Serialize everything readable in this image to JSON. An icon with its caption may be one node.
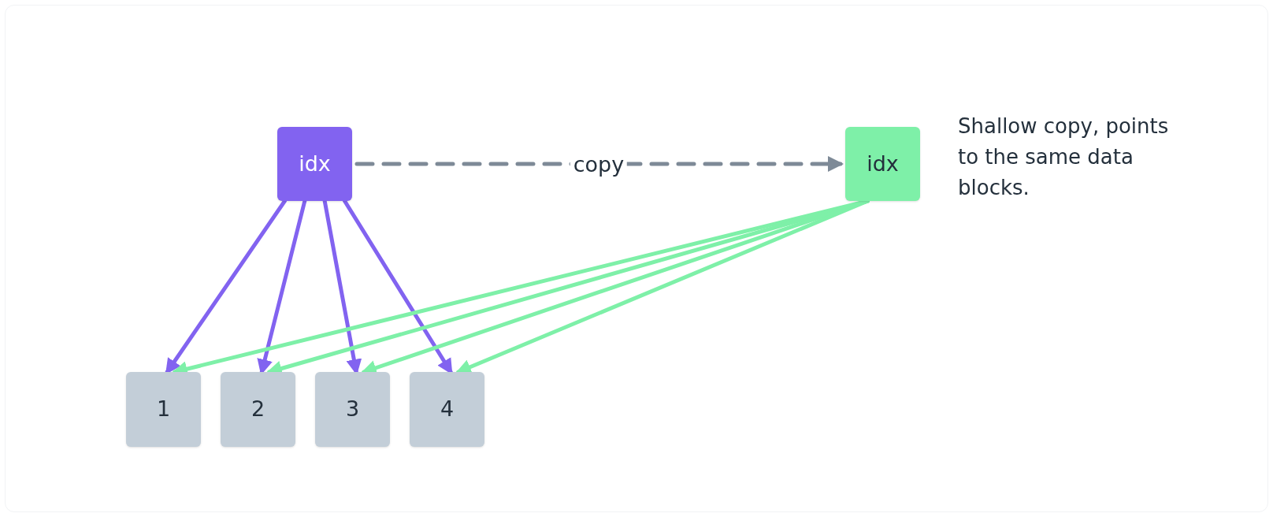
{
  "diagram": {
    "nodes": [
      {
        "text": [
          "idx"
        ]
      },
      {
        "text": [
          "idx"
        ],
        "beside": [
          "Shallow copy, points to the same data blocks."
        ]
      },
      {
        "text": [
          "1"
        ]
      },
      {
        "text": [
          "2"
        ]
      },
      {
        "text": [
          "3"
        ]
      },
      {
        "text": [
          "4"
        ]
      }
    ],
    "edges": [
      {
        "from": 0,
        "to": 1,
        "arrow": "to",
        "label": "copy",
        "style": "dashed",
        "color": "#7e8a97"
      },
      {
        "from": 0,
        "to": 2,
        "arrow": "to",
        "color": "#8263f0"
      },
      {
        "from": 0,
        "to": 3,
        "arrow": "to",
        "color": "#8263f0"
      },
      {
        "from": 0,
        "to": 4,
        "arrow": "to",
        "color": "#8263f0"
      },
      {
        "from": 0,
        "to": 5,
        "arrow": "to",
        "color": "#8263f0"
      },
      {
        "from": 1,
        "to": 2,
        "arrow": "to",
        "color": "#7ef0a8"
      },
      {
        "from": 1,
        "to": 3,
        "arrow": "to",
        "color": "#7ef0a8"
      },
      {
        "from": 1,
        "to": 4,
        "arrow": "to",
        "color": "#7ef0a8"
      },
      {
        "from": 1,
        "to": 5,
        "arrow": "to",
        "color": "#7ef0a8"
      }
    ]
  }
}
